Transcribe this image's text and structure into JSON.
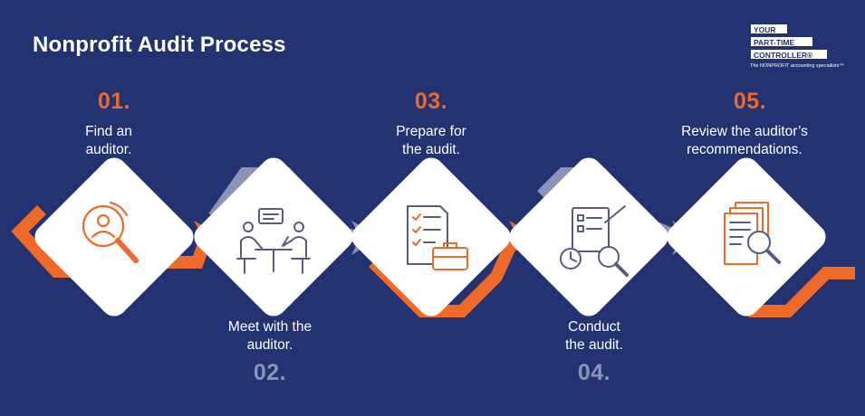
{
  "title": "Nonprofit Audit Process",
  "logo": {
    "line1": "YOUR",
    "line2": "PART-TIME",
    "line3": "CONTROLLER®",
    "tagline": "The NONPROFIT accounting specialists™"
  },
  "steps": [
    {
      "number": "01.",
      "label_line1": "Find an",
      "label_line2": "auditor.",
      "icon": "search-person-icon"
    },
    {
      "number": "02.",
      "label_line1": "Meet with the",
      "label_line2": "auditor.",
      "icon": "meeting-icon"
    },
    {
      "number": "03.",
      "label_line1": "Prepare for",
      "label_line2": "the audit.",
      "icon": "checklist-briefcase-icon"
    },
    {
      "number": "04.",
      "label_line1": "Conduct",
      "label_line2": "the audit.",
      "icon": "checklist-clock-magnifier-icon"
    },
    {
      "number": "05.",
      "label_line1": "Review the auditor’s",
      "label_line2": "recommendations.",
      "icon": "documents-magnifier-icon"
    }
  ],
  "colors": {
    "background": "#233270",
    "orange": "#ef6a28",
    "grey": "#8c93b8",
    "icon_stroke": "#565c80",
    "white": "#ffffff"
  }
}
